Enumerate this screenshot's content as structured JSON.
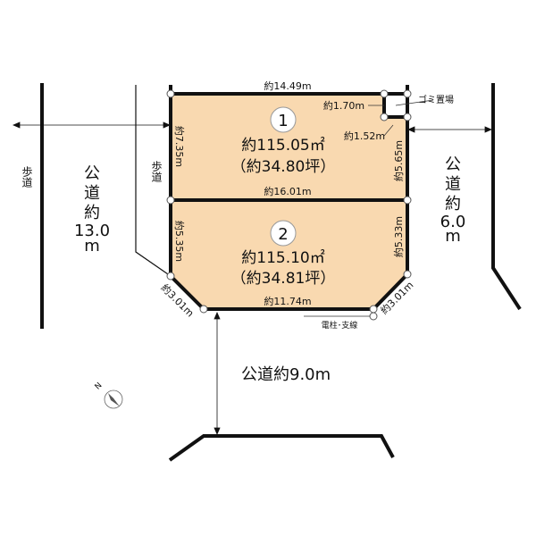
{
  "lots": [
    {
      "number": "1",
      "area_m2": "約115.05㎡",
      "area_tsubo": "（約34.80坪）"
    },
    {
      "number": "2",
      "area_m2": "約115.10㎡",
      "area_tsubo": "（約34.81坪）"
    }
  ],
  "dimensions": {
    "top": "約14.49m",
    "garbage_width": "約1.70m",
    "garbage_depth": "約1.52m",
    "left_lot1": "約7.35m",
    "right_lot1": "約5.65m",
    "middle": "約16.01m",
    "left_lot2": "約5.35m",
    "right_lot2": "約5.33m",
    "bottom": "約11.74m",
    "corner_left": "約3.01m",
    "corner_right": "約3.01m"
  },
  "labels": {
    "garbage": "ゴミ置場",
    "pole": "電柱･支線",
    "sidewalk_left": "歩道",
    "sidewalk_inner": "歩道",
    "road_left": [
      "公",
      "道",
      "約",
      "13.0",
      "m"
    ],
    "road_right": [
      "公",
      "道",
      "約",
      "6.0",
      "m"
    ],
    "road_bottom": "公道約9.0m",
    "compass": "N"
  },
  "colors": {
    "lot_fill": "#F9D9B0",
    "line": "#111111"
  }
}
